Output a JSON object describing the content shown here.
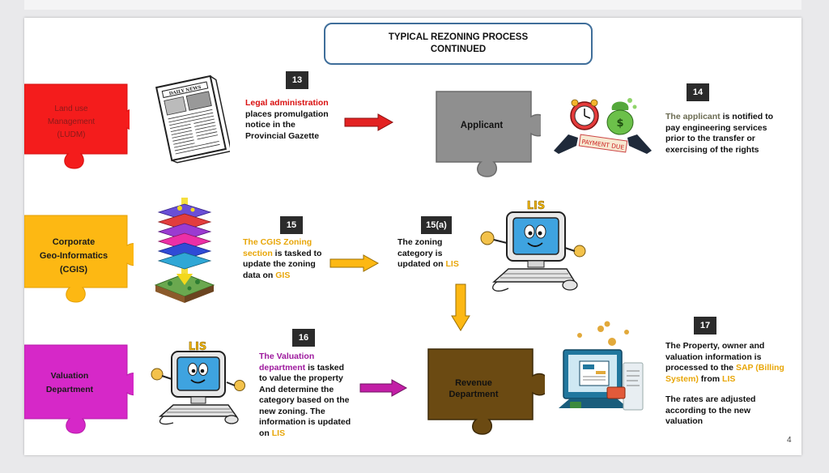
{
  "title": {
    "line1": "TYPICAL REZONING PROCESS",
    "line2": "CONTINUED"
  },
  "pieces": {
    "ludm": {
      "line1": "Land use",
      "line2": "Management",
      "line3": "(LUDM)"
    },
    "cgis": {
      "line1": "Corporate",
      "line2": "Geo-Informatics",
      "line3": "(CGIS)"
    },
    "valuation": {
      "line1": "Valuation",
      "line2": "Department"
    },
    "applicant": {
      "label": "Applicant"
    },
    "revenue": {
      "line1": "Revenue",
      "line2": "Department"
    }
  },
  "steps": {
    "s13": {
      "badge": "13",
      "hl": "Legal administration",
      "l2": "places promulgation",
      "l3": "notice in the",
      "l4": "Provincial Gazette"
    },
    "s14": {
      "badge": "14",
      "hl": "The applicant",
      "l1rest": " is notified to",
      "l2": "pay engineering services",
      "l3": "prior to the transfer or",
      "l4": "exercising of the rights"
    },
    "s15": {
      "badge": "15",
      "hl1": "The CGIS Zoning",
      "hl2": "section",
      "l2rest": " is tasked to",
      "l3": "update the zoning",
      "l4a": "data on ",
      "l4hl": "GIS"
    },
    "s15a": {
      "badge": "15(a)",
      "l1": "The zoning",
      "l2": "category is",
      "l3a": "updated on ",
      "l3hl": "LIS"
    },
    "s16": {
      "badge": "16",
      "hl1": "The Valuation",
      "hl2": "department",
      "l2rest": " is tasked",
      "l3": "to value the property",
      "l4": "And determine the",
      "l5": "category based on the",
      "l6": "new zoning. The",
      "l7": "information is updated",
      "l8a": "on ",
      "l8hl": "LIS"
    },
    "s17": {
      "badge": "17",
      "l1": "The Property, owner and",
      "l2": "valuation information is",
      "l3a": "processed to the ",
      "l3hl": "SAP (Billing",
      "l4hl": "System)",
      "l4mid": " from ",
      "l4hl2": "LIS",
      "p2l1": "The rates are adjusted",
      "p2l2": "according to the new",
      "p2l3": "valuation"
    }
  },
  "art_text": {
    "lis_top": "LIS",
    "lis_bottom": "LIS",
    "payment_due": "PAYMENT DUE",
    "newspaper_mast": "DAILY NEWS"
  },
  "page_number": "4",
  "colors": {
    "ludm": "#f41c1c",
    "cgis": "#fdb813",
    "valuation": "#d628c8",
    "applicant": "#8f8f8f",
    "revenue": "#6b4a12",
    "arrow_red": "#e32222",
    "arrow_orange": "#fdb813",
    "arrow_magenta": "#c21fa6",
    "title_border": "#3f6e9a"
  }
}
